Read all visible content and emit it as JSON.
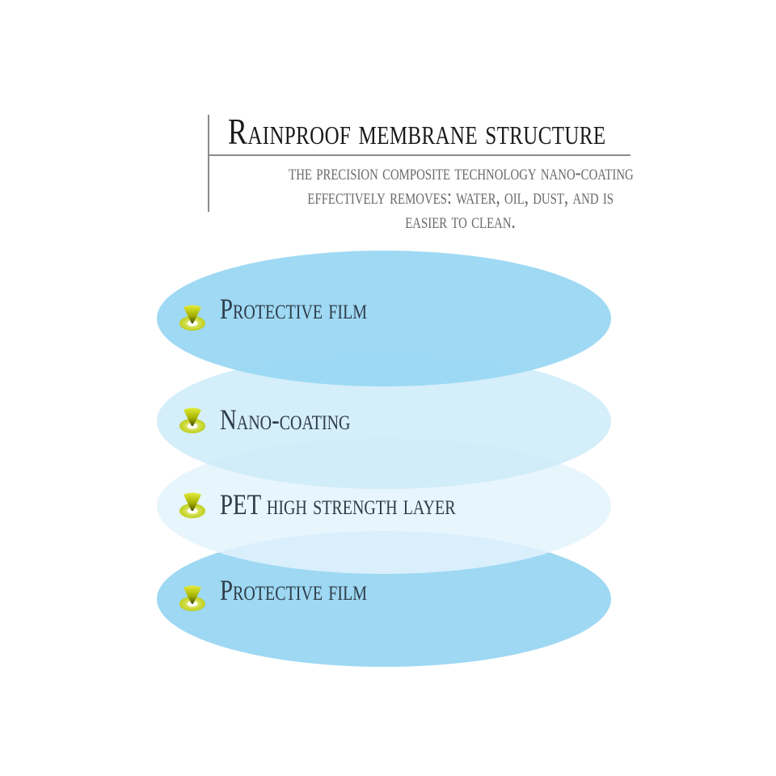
{
  "header": {
    "title": "Rainproof membrane structure",
    "subtitle_lines": [
      "The precision composite technology nano-coating",
      "effectively removes: water, oil, dust, and is",
      "easier to clean."
    ]
  },
  "layers": [
    {
      "label": "Protective film",
      "color": "#9ad7f3",
      "icon": "cone-pin-icon"
    },
    {
      "label": "Nano-coating",
      "color": "#cdebf9",
      "icon": "cone-pin-icon"
    },
    {
      "label": "PET high strength layer",
      "color": "#e3f3fb",
      "icon": "cone-pin-icon"
    },
    {
      "label": "Protective film",
      "color": "#99d6f2",
      "icon": "cone-pin-icon"
    }
  ],
  "colors": {
    "text_dark": "#1a1a1a",
    "text_sub": "#6a6a6a",
    "rule": "#8a8a8a",
    "icon_yellow": "#c8d400"
  }
}
